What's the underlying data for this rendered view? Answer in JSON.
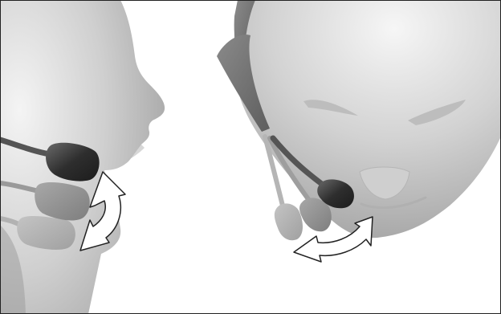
{
  "illustration": {
    "subject": "headset-microphone-boom-adjustment",
    "views": [
      "side-profile",
      "front-3-4"
    ],
    "icons": [
      "head-profile",
      "head-front",
      "microphone-boom",
      "curved-double-arrow"
    ],
    "colors": {
      "background": "#ffffff",
      "frame": "#222222",
      "head_light": "#eeeeee",
      "head_mid": "#c9c9c9",
      "head_dark": "#9a9a9a",
      "mic_active": "#2f2f2f",
      "mic_ghost": "#8e8e8e",
      "mic_ghost_light": "#b2b2b2",
      "arrow_fill": "#ffffff",
      "arrow_stroke": "#222222"
    }
  }
}
